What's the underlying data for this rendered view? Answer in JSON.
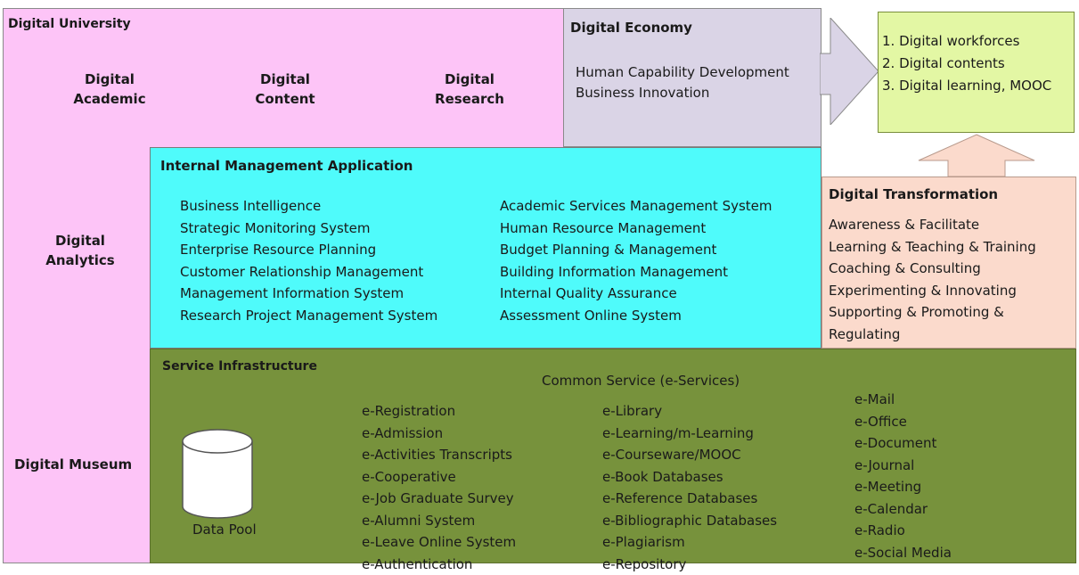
{
  "digital_university": {
    "title": "Digital University",
    "pillars": [
      {
        "line1": "Digital",
        "line2": "Academic"
      },
      {
        "line1": "Digital",
        "line2": "Content"
      },
      {
        "line1": "Digital",
        "line2": "Research"
      }
    ],
    "analytics": {
      "line1": "Digital",
      "line2": "Analytics"
    },
    "museum": "Digital Museum"
  },
  "digital_economy": {
    "title": "Digital Economy",
    "items": [
      "Human Capability Development",
      "Business Innovation"
    ]
  },
  "outcomes": {
    "items": [
      "1. Digital workforces",
      "2. Digital contents",
      "3. Digital learning, MOOC"
    ]
  },
  "internal_management": {
    "title": "Internal Management Application",
    "left_items": [
      "Business Intelligence",
      "Strategic Monitoring System",
      "Enterprise Resource Planning",
      "Customer Relationship Management",
      "Management Information System",
      "Research Project Management System"
    ],
    "right_items": [
      "Academic Services Management System",
      "Human Resource Management",
      "Budget Planning & Management",
      "Building Information Management",
      "Internal Quality Assurance",
      "Assessment Online System"
    ]
  },
  "digital_transformation": {
    "title": "Digital Transformation",
    "items": [
      "Awareness & Facilitate",
      "Learning & Teaching & Training",
      "Coaching & Consulting",
      "Experimenting & Innovating",
      "Supporting & Promoting &",
      "Regulating"
    ]
  },
  "service_infrastructure": {
    "title": "Service Infrastructure",
    "common_label": "Common Service (e-Services)",
    "data_pool_label": "Data Pool",
    "col1": [
      "e-Registration",
      "e-Admission",
      "e-Activities Transcripts",
      "e-Cooperative",
      "e-Job Graduate Survey",
      "e-Alumni System",
      "e-Leave Online System",
      "e-Authentication"
    ],
    "col2": [
      "e-Library",
      "e-Learning/m-Learning",
      "e-Courseware/MOOC",
      "e-Book Databases",
      "e-Reference Databases",
      "e-Bibliographic Databases",
      "e-Plagiarism",
      "e-Repository"
    ],
    "col3": [
      "e-Mail",
      "e-Office",
      "e-Document",
      "e-Journal",
      "e-Meeting",
      "e-Calendar",
      "e-Radio",
      "e-Social Media"
    ]
  },
  "colors": {
    "university": "#fdc4f7",
    "economy": "#dad4e6",
    "outcome": "#e3f7a4",
    "internal_management": "#4ffbfb",
    "transformation": "#fbdacc",
    "infrastructure": "#77923c"
  }
}
